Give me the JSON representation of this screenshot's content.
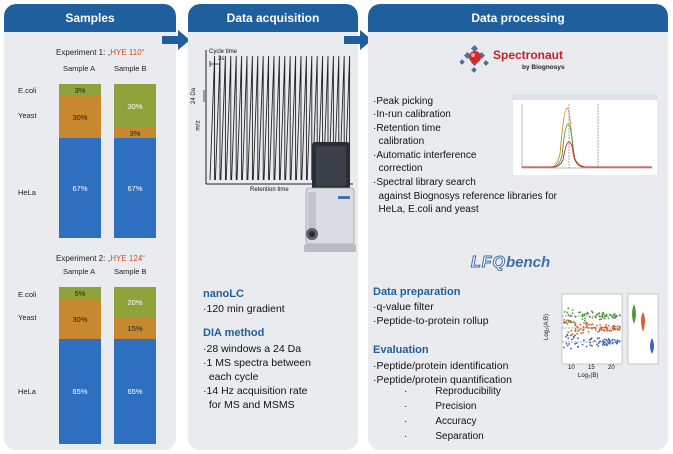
{
  "colors": {
    "header_blue": "#1f5f9e",
    "hela_blue": "#2f6fc0",
    "yeast_orange": "#c8882f",
    "ecoli_green": "#8ea33a",
    "highlight_orange": "#d0501e",
    "panel_bg": "#e9ebee"
  },
  "samples": {
    "header": "Samples",
    "exp1": {
      "title_prefix": "Experiment 1: ",
      "title_highlight": "„HYE 110“",
      "col_a": "Sample A",
      "col_b": "Sample B",
      "rows": [
        "E.coli",
        "Yeast",
        "HeLa"
      ],
      "a": {
        "ecoli": "3%",
        "yeast": "30%",
        "hela": "67%"
      },
      "b": {
        "ecoli": "30%",
        "yeast": "3%",
        "hela": "67%"
      }
    },
    "exp2": {
      "title_prefix": "Experiment 2: ",
      "title_highlight": "„HYE 124“",
      "col_a": "Sample A",
      "col_b": "Sample B",
      "rows": [
        "E.coli",
        "Yeast",
        "HeLa"
      ],
      "a": {
        "ecoli": "5%",
        "yeast": "30%",
        "hela": "65%"
      },
      "b": {
        "ecoli": "20%",
        "yeast": "15%",
        "hela": "65%"
      }
    }
  },
  "acquisition": {
    "header": "Data acquisition",
    "plot": {
      "cycle_label": "Cycle time",
      "cycle_sub": "3s",
      "window_label": "24 Da",
      "ylabel": "m/z",
      "xlabel": "Retention time"
    },
    "nanolc_title": "nanoLC",
    "nanolc_lines": [
      "·120 min gradient"
    ],
    "dia_title": "DIA method",
    "dia_lines": [
      "·28 windows a 24 Da",
      "·1 MS spectra between",
      "  each cycle",
      "·14 Hz acquisition rate",
      "  for MS and MSMS"
    ]
  },
  "processing": {
    "header": "Data processing",
    "spectronaut_name": "Spectronaut",
    "spectronaut_by": "by Biognosys",
    "steps": [
      "·Peak picking",
      "·In-run calibration",
      "·Retention time",
      "  calibration",
      "·Automatic interference",
      "  correction",
      "·Spectral library search",
      "  against Biognosys reference libraries for",
      "  HeLa, E.coli and yeast"
    ],
    "lfq_logo_a": "LFQ",
    "lfq_logo_b": "bench",
    "prep_title": "Data preparation",
    "prep_lines": [
      "·q-value filter",
      "·Peptide-to-protein rollup"
    ],
    "eval_title": "Evaluation",
    "eval_lines": [
      "·Peptide/protein identification",
      "·Peptide/protein quantification"
    ],
    "eval_items": [
      "Reproducibility",
      "Precision",
      "Accuracy",
      "Separation"
    ],
    "scatter_ylabel": "Log₂(A:B)",
    "scatter_xlabel": "Log₂(B)",
    "scatter_xticks": [
      "10",
      "15",
      "20"
    ]
  }
}
